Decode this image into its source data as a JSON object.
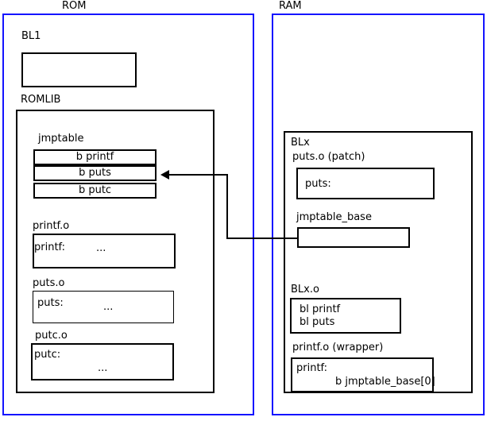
{
  "diagram": {
    "title_rom": "ROM",
    "title_ram": "RAM"
  },
  "rom": {
    "label": "ROM",
    "bl1": {
      "label": "BL1",
      "content": ""
    },
    "romlib": {
      "label": "ROMLIB",
      "jmptable": {
        "label": "jmptable",
        "entries": [
          "b printf",
          "b puts",
          "b putc"
        ]
      },
      "objects": [
        {
          "label": "printf.o",
          "symbol": "printf:",
          "body": "..."
        },
        {
          "label": "puts.o",
          "symbol": "puts:",
          "body": "..."
        },
        {
          "label": "putc.o",
          "symbol": "putc:",
          "body": "..."
        }
      ]
    }
  },
  "ram": {
    "label": "RAM",
    "blx": {
      "label": "BLx",
      "puts_patch": {
        "label": "puts.o (patch)",
        "symbol": "puts:"
      },
      "jmptable_base": {
        "label": "jmptable_base",
        "content": ""
      },
      "blx_o": {
        "label": "BLx.o",
        "line1": "bl printf",
        "line2": "bl puts"
      },
      "printf_wrapper": {
        "label": "printf.o (wrapper)",
        "symbol": "printf:",
        "instruction": "b jmptable_base[0]"
      }
    }
  },
  "colors": {
    "region_border": "#1414ff",
    "box_border": "#000000",
    "background": "#ffffff",
    "text": "#000000"
  }
}
